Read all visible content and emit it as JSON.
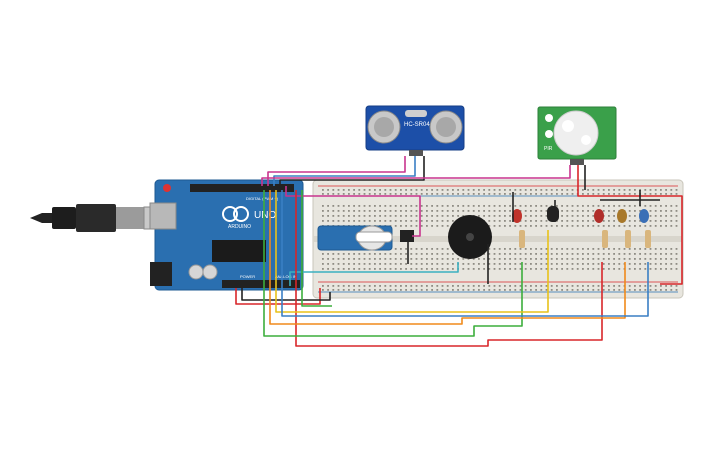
{
  "arduino": {
    "brand": "ARDUINO",
    "model": "UNO",
    "digital_label": "DIGITAL (PWM ~)",
    "power_label": "POWER",
    "analog_label": "ANALOG IN"
  },
  "ultrasonic": {
    "label": "HC-SR04"
  },
  "pir": {
    "label": "PIR"
  },
  "components": [
    "Arduino Uno",
    "USB cable",
    "breadboard",
    "HC-SR04 ultrasonic sensor",
    "PIR motion sensor",
    "micro servo",
    "piezo buzzer",
    "temperature sensor",
    "LEDs",
    "resistors"
  ],
  "colors": {
    "board": "#2a6fb0",
    "breadboard": "#e8e6df",
    "wire_red": "#d8262a",
    "wire_black": "#222222",
    "wire_green": "#3cae3c",
    "wire_orange": "#f08a1c",
    "wire_yellow": "#e8c21a",
    "wire_magenta": "#c8348e",
    "wire_blue": "#3a7fc4",
    "wire_cyan": "#3bb0c0",
    "pir_pcb": "#3aa04a"
  }
}
